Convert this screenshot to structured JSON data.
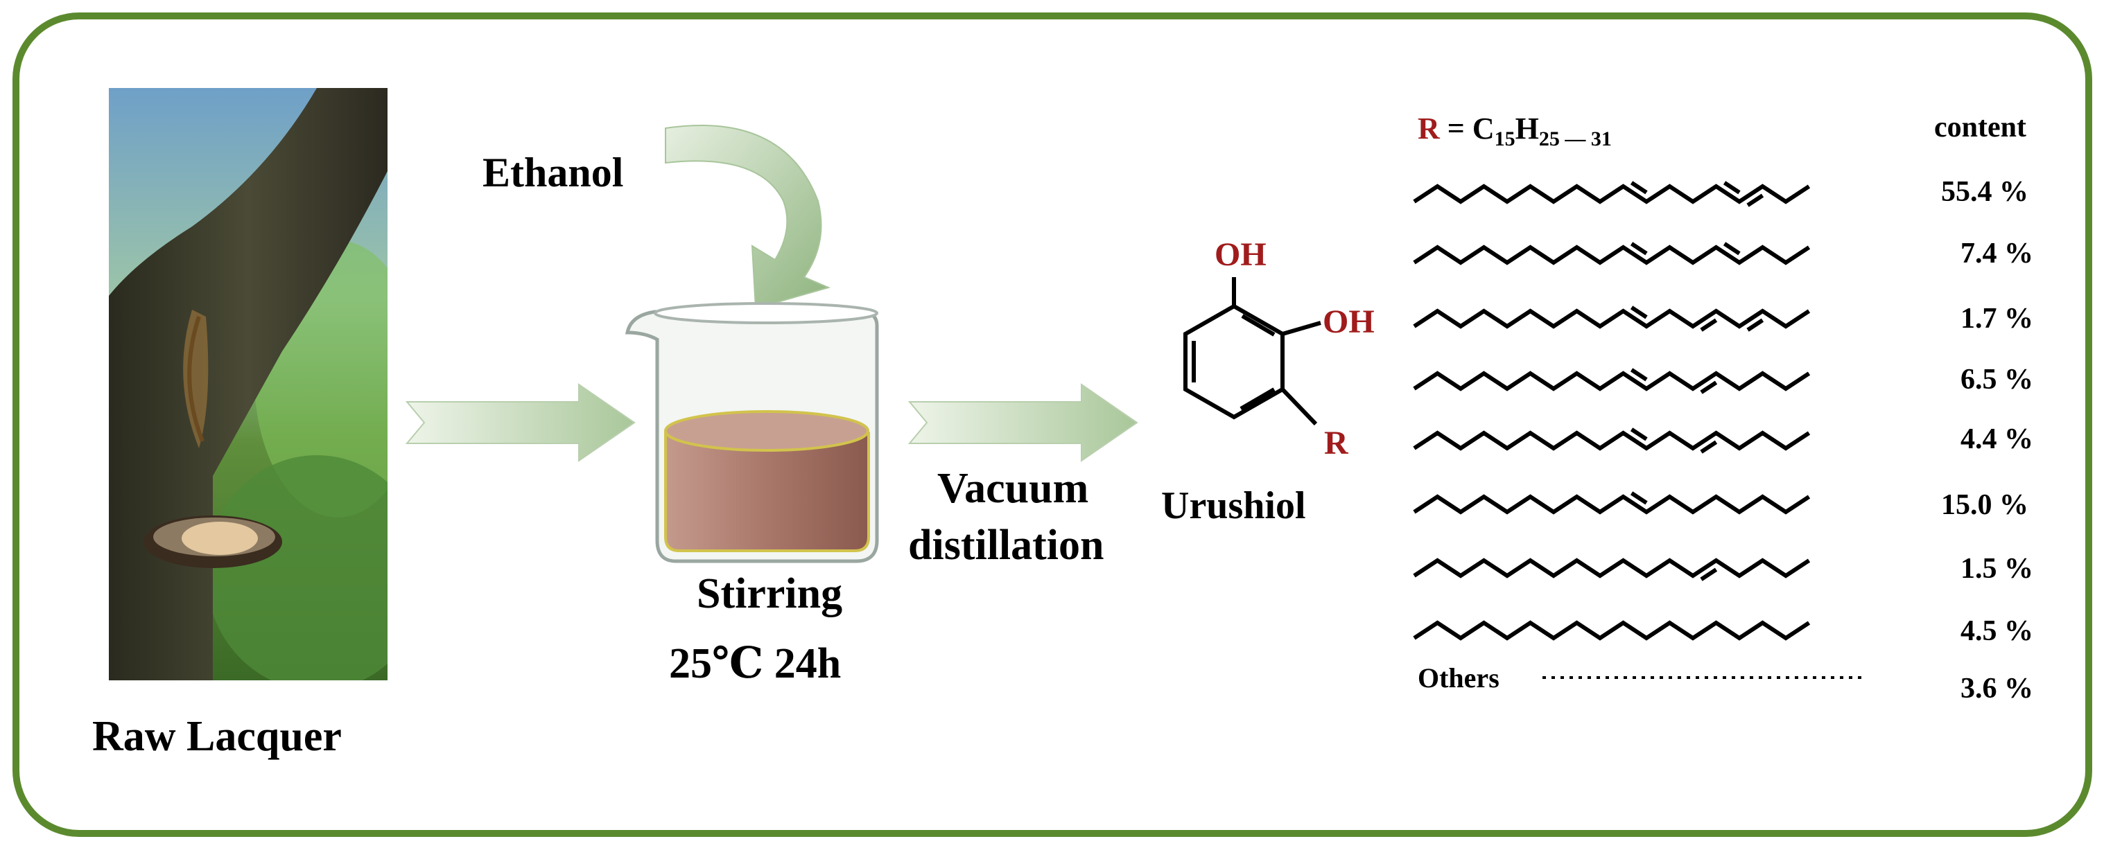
{
  "labels": {
    "raw_lacquer": "Raw Lacquer",
    "ethanol": "Ethanol",
    "stirring": "Stirring",
    "conditions": "25℃  24h",
    "vacuum": "Vacuum",
    "distillation": "distillation",
    "urushiol": "Urushiol",
    "oh1": "OH",
    "oh2": "OH",
    "r_group": "R"
  },
  "side_chains": {
    "formula": {
      "r": "R",
      "eq": " = C",
      "sub1": "15",
      "h": "H",
      "sub2": "25 — 31"
    },
    "content_header": "content",
    "rows": [
      {
        "content": "55.4 %"
      },
      {
        "content": "7.4 %"
      },
      {
        "content": "1.7 %"
      },
      {
        "content": "6.5 %"
      },
      {
        "content": "4.4 %"
      },
      {
        "content": "15.0 %"
      },
      {
        "content": "1.5 %"
      },
      {
        "content": "4.5 %"
      }
    ],
    "others": {
      "label": "Others",
      "content": "3.6 %"
    }
  },
  "colors": {
    "frame": "#5b8a2e",
    "arrow_fill": "#c9dcbf",
    "red_text": "#a01c1c",
    "lacquer_liquid": "#a9776a"
  }
}
